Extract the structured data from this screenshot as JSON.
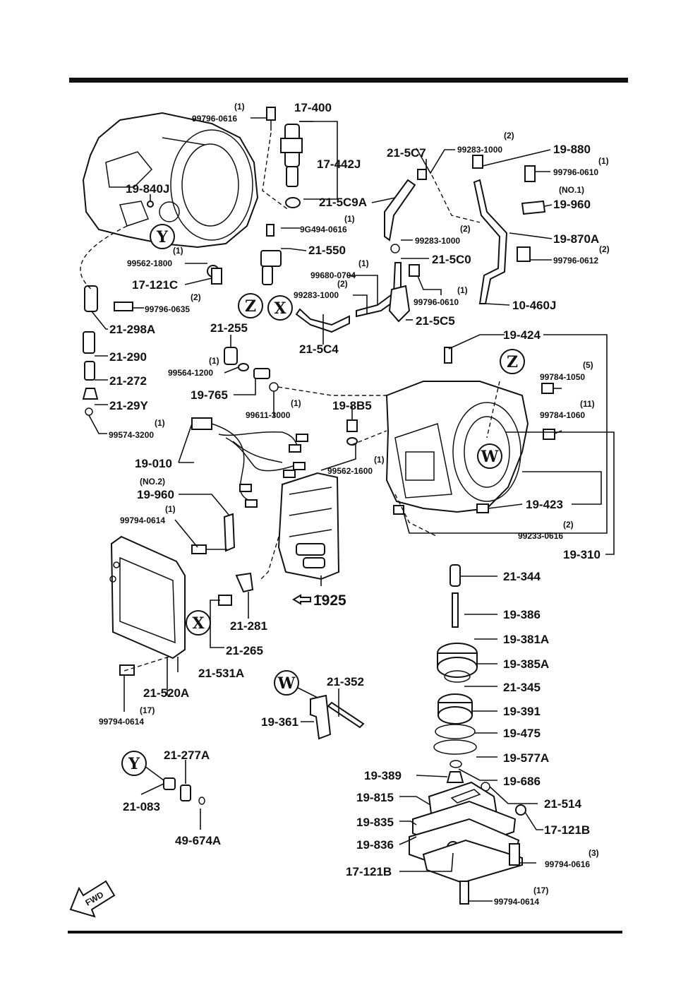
{
  "title": "",
  "callouts": {
    "W": "W",
    "X": "X",
    "Y": "Y",
    "Z": "Z"
  },
  "parts": {
    "p17_400": "17-400",
    "p17_442J": "17-442J",
    "p99796_0616": "99796-0616",
    "q99796_0616": "(1)",
    "p19_840J": "19-840J",
    "p9G494_0616": "9G494-0616",
    "q9G494_0616": "(1)",
    "p21_550": "21-550",
    "p99562_1800": "99562-1800",
    "q99562_1800": "(1)",
    "p17_121C": "17-121C",
    "p99796_0635": "99796-0635",
    "q99796_0635": "(2)",
    "p21_298A": "21-298A",
    "p21_290": "21-290",
    "p21_272": "21-272",
    "p21_29Y": "21-29Y",
    "p99574_3200": "99574-3200",
    "q99574_3200": "(1)",
    "p21_255": "21-255",
    "p99564_1200": "99564-1200",
    "q99564_1200": "(1)",
    "p19_765": "19-765",
    "p99611_3000": "99611-3000",
    "q99611_3000": "(1)",
    "p21_5C7": "21-5C7",
    "p99283_1000a": "99283-1000",
    "q99283_1000a": "(2)",
    "p21_5C9A": "21-5C9A",
    "p99283_1000b": "99283-1000",
    "q99283_1000b": "(2)",
    "p21_5C0": "21-5C0",
    "p99680_0704": "99680-0704",
    "q99680_0704": "(1)",
    "p99283_1000c": "99283-1000",
    "q99283_1000c": "(2)",
    "p99796_0610b": "99796-0610",
    "q99796_0610b": "(1)",
    "p21_5C5": "21-5C5",
    "p21_5C4": "21-5C4",
    "p19_880": "19-880",
    "p99796_0610": "99796-0610",
    "q99796_0610": "(1)",
    "p19_960a_note": "(NO.1)",
    "p19_960a": "19-960",
    "p19_870A": "19-870A",
    "p99796_0612": "99796-0612",
    "q99796_0612": "(2)",
    "p10_460J": "10-460J",
    "p19_424": "19-424",
    "p99784_1050": "99784-1050",
    "q99784_1050": "(5)",
    "p99784_1060": "99784-1060",
    "q99784_1060": "(11)",
    "p19_8B5": "19-8B5",
    "p99562_1600": "99562-1600",
    "q99562_1600": "(1)",
    "p19_010": "19-010",
    "p19_960b_note": "(NO.2)",
    "p19_960b": "19-960",
    "p99794_0614a": "99794-0614",
    "q99794_0614a": "(1)",
    "p19_423": "19-423",
    "p99233_0616": "99233-0616",
    "q99233_0616": "(2)",
    "p19_310": "19-310",
    "p21_344": "21-344",
    "p1925": "1925",
    "p21_281": "21-281",
    "p21_265": "21-265",
    "p19_386": "19-386",
    "p19_381A": "19-381A",
    "p19_385A": "19-385A",
    "p21_345": "21-345",
    "p21_531A": "21-531A",
    "p21_520A": "21-520A",
    "p99794_0614b": "99794-0614",
    "q99794_0614b": "(17)",
    "p21_352": "21-352",
    "p19_361": "19-361",
    "p19_391": "19-391",
    "p19_475": "19-475",
    "p19_577A": "19-577A",
    "p21_277A": "21-277A",
    "p21_083": "21-083",
    "p49_674A": "49-674A",
    "p19_389": "19-389",
    "p19_686": "19-686",
    "p19_815": "19-815",
    "p21_514": "21-514",
    "p19_835": "19-835",
    "p17_121Ba": "17-121B",
    "p19_836": "19-836",
    "p99794_0616": "99794-0616",
    "q99794_0616": "(3)",
    "p17_121Bb": "17-121B",
    "p99794_0614c": "99794-0614",
    "q99794_0614c": "(17)",
    "fwd": "FWD"
  }
}
